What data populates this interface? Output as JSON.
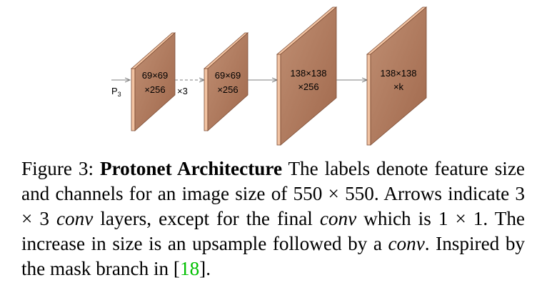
{
  "diagram": {
    "input_label": "P",
    "input_subscript": "3",
    "repeat_label": "×3",
    "layers": [
      {
        "line1": "69×69",
        "line2": "×256"
      },
      {
        "line1": "69×69",
        "line2": "×256"
      },
      {
        "line1": "138×138",
        "line2": "×256"
      },
      {
        "line1": "138×138",
        "line2": "×k"
      }
    ],
    "colors": {
      "face": "#c08f73",
      "face_dark": "#a0684c",
      "side": "#f2c3a2",
      "edge": "#7a4a32",
      "arrow": "#7f7f7f"
    }
  },
  "caption": {
    "prefix": "Figure 3: ",
    "title": "Protonet Architecture",
    "seg1": " The labels denote feature size and channels for an image size of 550 × 550. Arrows indicate 3 × 3 ",
    "conv1": "conv",
    "seg2": " layers, except for the final ",
    "conv2": "conv",
    "seg3": " which is 1 × 1. The increase in size is an upsample followed by a ",
    "conv3": "conv",
    "seg4": ". Inspired by the mask branch in [",
    "ref": "18",
    "seg5": "]."
  }
}
